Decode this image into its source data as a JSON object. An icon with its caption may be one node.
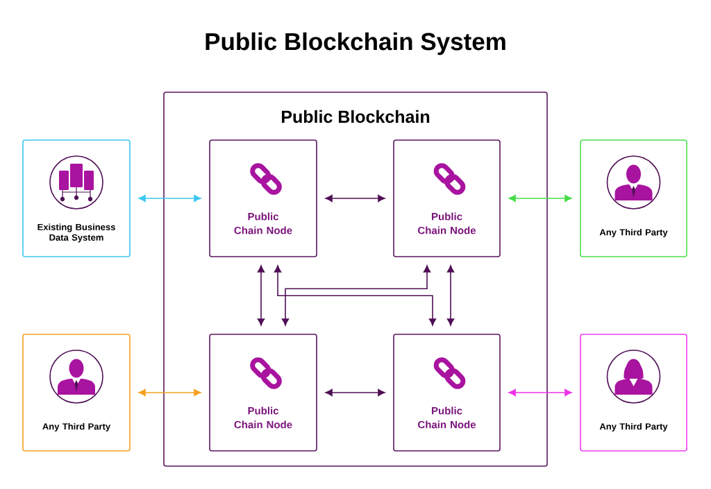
{
  "diagram": {
    "title": "Public Blockchain System",
    "nodes": [
      {
        "text": [
          "Public Blockchain"
        ]
      },
      {
        "text": [
          "Public Chain Node"
        ],
        "in": 0
      },
      {
        "text": [
          "Public Chain Node"
        ],
        "in": 0
      },
      {
        "text": [
          "Public Chain Node"
        ],
        "in": 0
      },
      {
        "text": [
          "Public Chain Node"
        ],
        "in": 0
      },
      {
        "text": [
          "Existing Business Data System"
        ]
      },
      {
        "text": [
          "Any Third Party"
        ]
      },
      {
        "text": [
          "Any Third Party"
        ]
      },
      {
        "text": [
          "Any Third Party"
        ]
      }
    ],
    "edges": [
      {
        "from": 5,
        "to": 1,
        "arrow": "both",
        "color": "#3cc8f0"
      },
      {
        "from": 1,
        "to": 2,
        "arrow": "both"
      },
      {
        "from": 2,
        "to": 6,
        "arrow": "both",
        "color": "#45dc45"
      },
      {
        "from": 1,
        "to": 3,
        "arrow": "both"
      },
      {
        "from": 1,
        "to": 4,
        "arrow": "both"
      },
      {
        "from": 2,
        "to": 3,
        "arrow": "both"
      },
      {
        "from": 2,
        "to": 4,
        "arrow": "both"
      },
      {
        "from": 7,
        "to": 3,
        "arrow": "both",
        "color": "#f5a01e"
      },
      {
        "from": 3,
        "to": 4,
        "arrow": "both"
      },
      {
        "from": 4,
        "to": 8,
        "arrow": "both",
        "color": "#ee30e8"
      }
    ]
  }
}
